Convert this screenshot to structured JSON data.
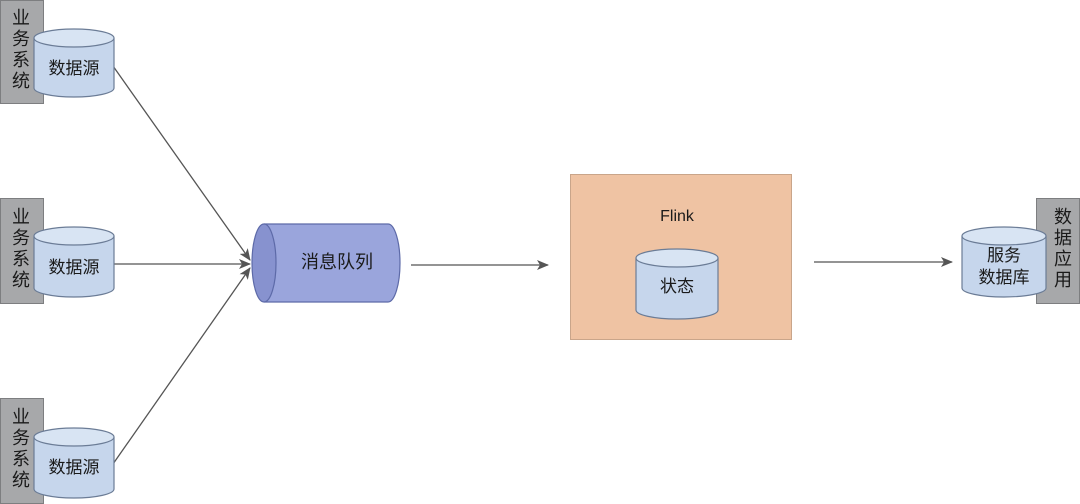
{
  "sources": [
    {
      "system_label": "业\n务\n系\n统",
      "db_label": "数据源"
    },
    {
      "system_label": "业\n务\n系\n统",
      "db_label": "数据源"
    },
    {
      "system_label": "业\n务\n系\n统",
      "db_label": "数据源"
    }
  ],
  "queue": {
    "label": "消息队列"
  },
  "flink": {
    "title": "Flink",
    "state_label": "状态"
  },
  "service_db": {
    "label": "服务\n数据库"
  },
  "data_app": {
    "label": "数\n据\n应\n用"
  },
  "colors": {
    "system_tab": "#a7a8aa",
    "db_fill": "#c6d6ec",
    "db_stroke": "#6b7c96",
    "queue_fill": "#9aa5dc",
    "queue_stroke": "#5d6aa8",
    "flink_fill": "#efc3a3",
    "arrow": "#555555"
  }
}
